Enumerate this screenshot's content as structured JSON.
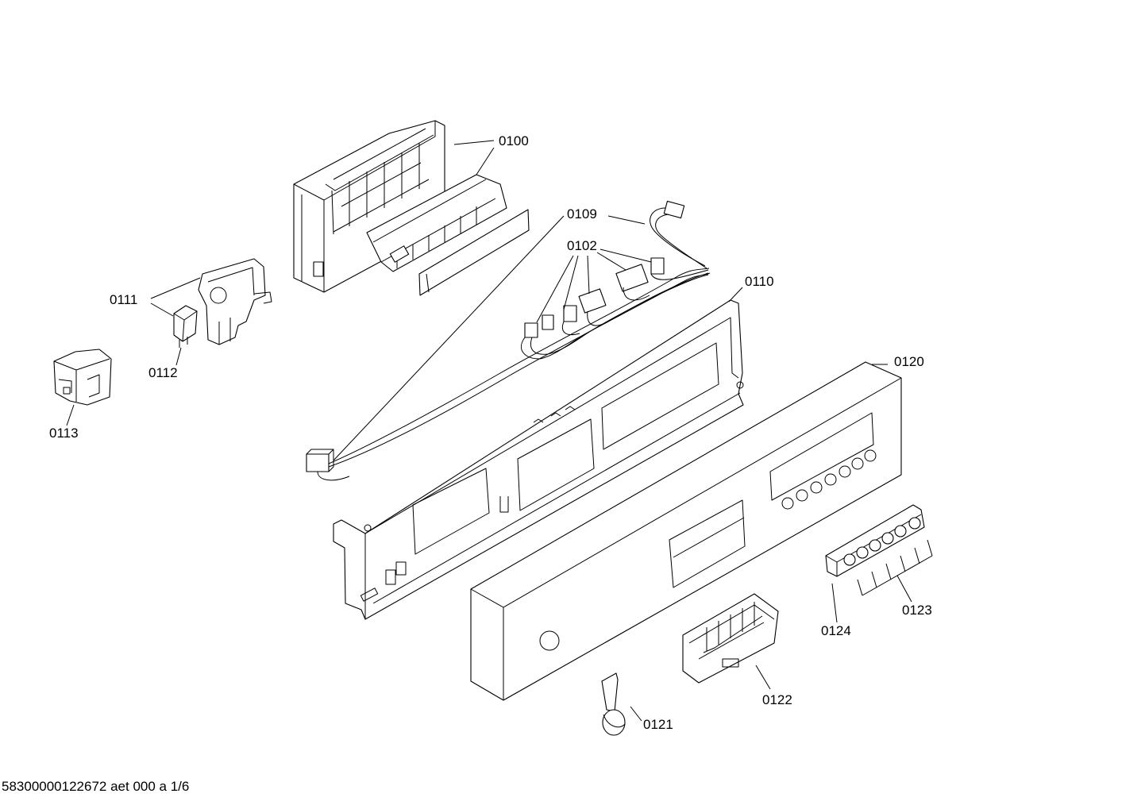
{
  "labels": {
    "p0100": "0100",
    "p0109": "0109",
    "p0102": "0102",
    "p0110": "0110",
    "p0111": "0111",
    "p0112": "0112",
    "p0113": "0113",
    "p0120": "0120",
    "p0121": "0121",
    "p0122": "0122",
    "p0123": "0123",
    "p0124": "0124"
  },
  "footer": "58300000122672 aet 000 a 1/6"
}
